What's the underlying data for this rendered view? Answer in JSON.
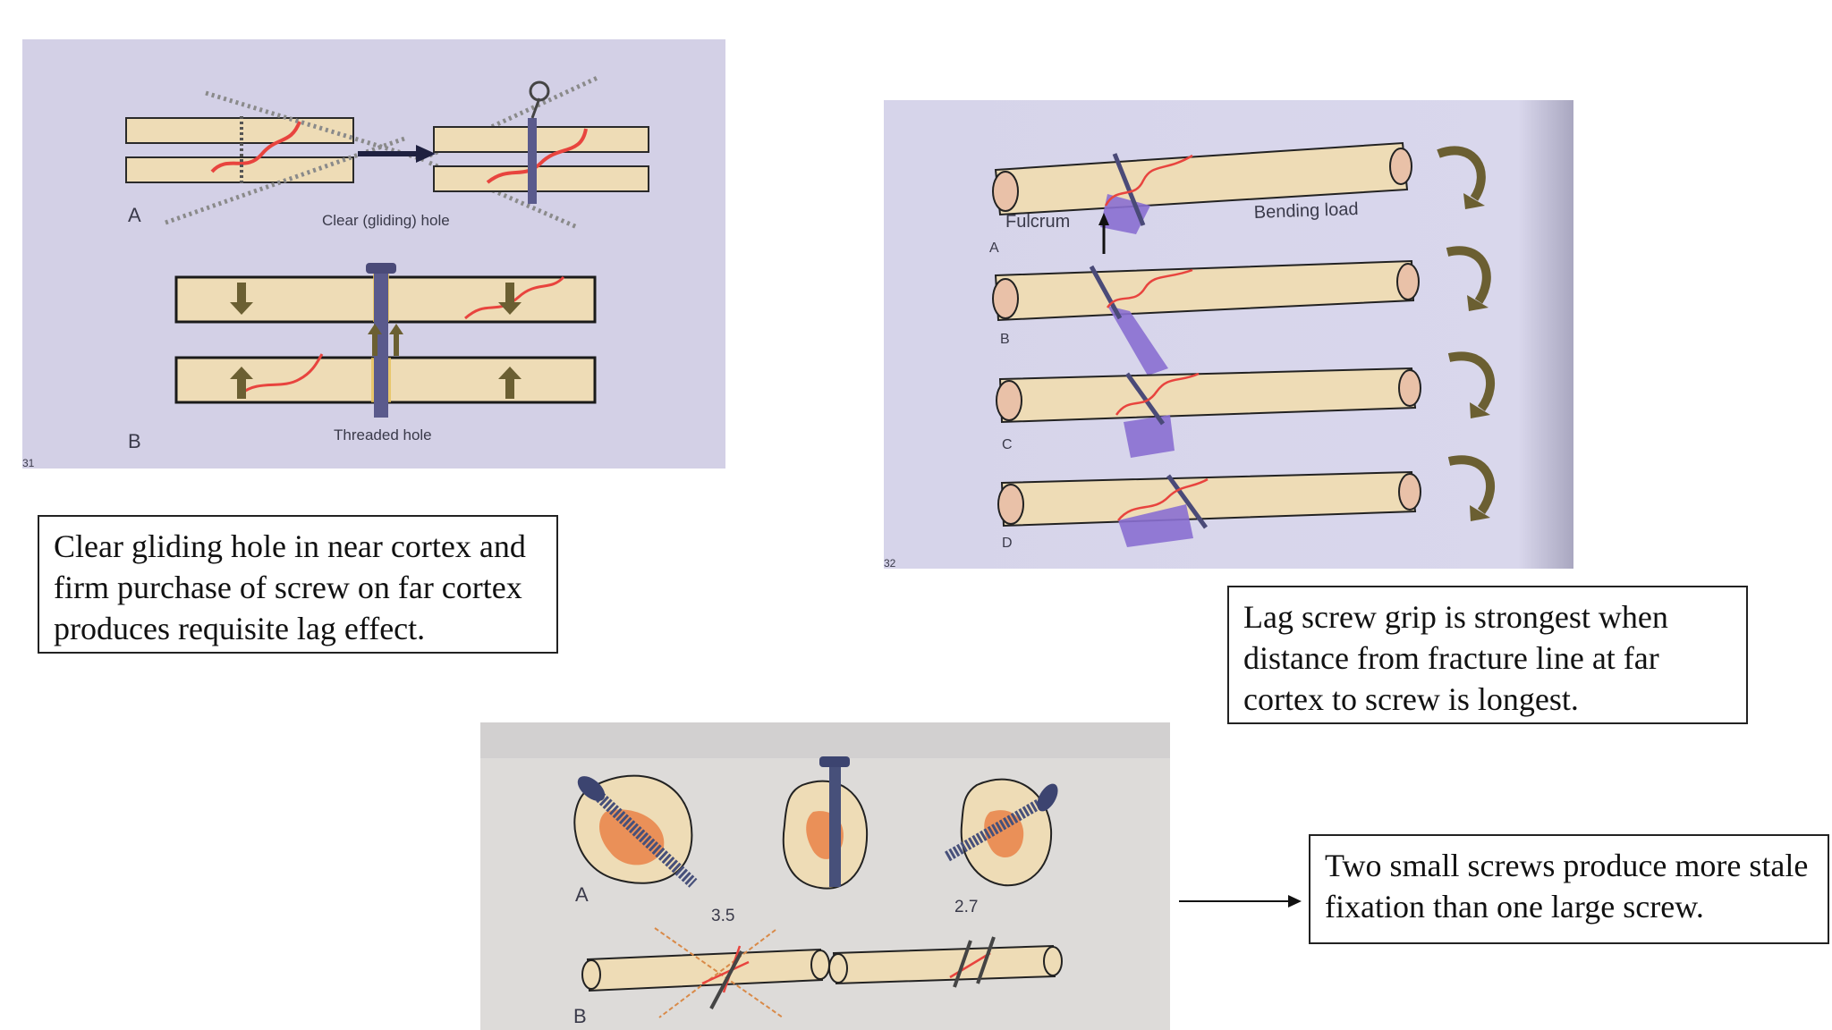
{
  "figure_a": {
    "label_a": "A",
    "label_b": "B",
    "clear_hole": "Clear (gliding) hole",
    "threaded_hole": "Threaded hole",
    "page_fragment": "31"
  },
  "figure_b": {
    "fulcrum": "Fulcrum",
    "bending_load": "Bending load",
    "labels": [
      "A",
      "B",
      "C",
      "D"
    ],
    "page_fragment": "32"
  },
  "figure_c": {
    "label_a": "A",
    "label_b": "B",
    "size_large": "3.5",
    "size_small": "2.7"
  },
  "captions": {
    "a": "Clear gliding hole in near cortex and firm purchase of screw on far cortex produces requisite lag effect.",
    "b": "Lag screw grip is strongest when distance from fracture line at far cortex to screw is longest.",
    "c": "Two small screws produce more stale fixation than one large screw."
  },
  "colors": {
    "photo_bg": "#d3d0e6",
    "bone": "#eedcb6",
    "fracture": "#e8443e",
    "screw": "#5a5a8c",
    "arrow_olive": "#6b5f32",
    "purple_wedge": "#8a6fd2"
  }
}
